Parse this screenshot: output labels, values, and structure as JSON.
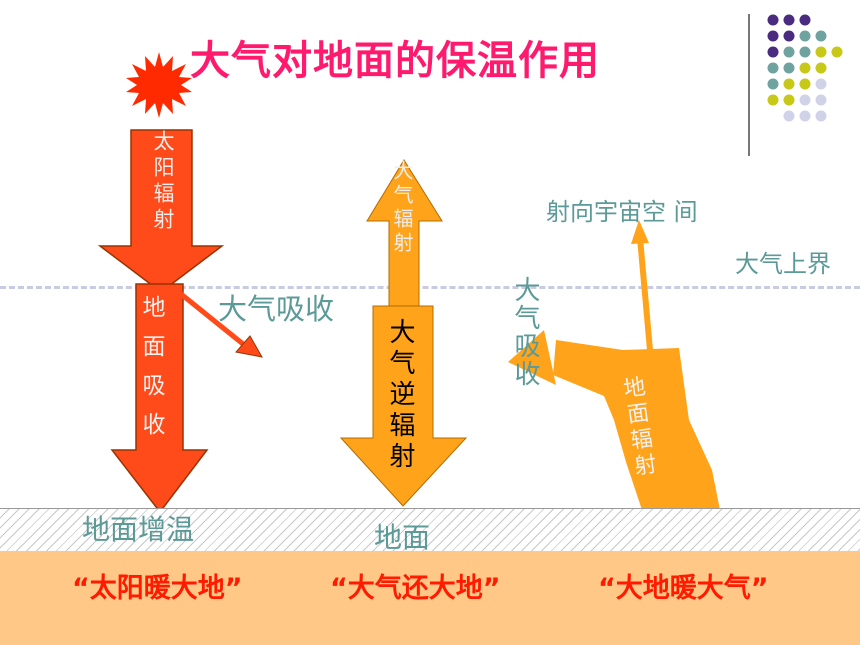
{
  "title": "大气对地面的保温作用",
  "labels": {
    "solar_radiation": "太阳辐射",
    "ground_absorb": "地面吸收",
    "atm_absorb_left": "大气吸收",
    "atm_radiation": "大气辐射",
    "atm_counter_radiation": "大气逆辐射",
    "atm_absorb_right": "大气吸收",
    "ground_radiation": "地面辐射",
    "to_space": "射向宇宙空 间",
    "atm_upper_boundary": "大气上界",
    "ground_warming": "地面增温",
    "ground": "地面"
  },
  "slogans": [
    "“太阳暖大地”",
    "“大气还大地”",
    "“大地暖大气”"
  ],
  "colors": {
    "title": "#ff1a6e",
    "solar_arrow": "#ff4a1a",
    "atm_arrow": "#ffa31a",
    "label_gray": "#5c9a98",
    "slogan": "#ff1a00",
    "bottom_band": "#ffc887"
  },
  "decor": {
    "sun": "sun-icon",
    "dots": "dot-grid-decoration"
  }
}
